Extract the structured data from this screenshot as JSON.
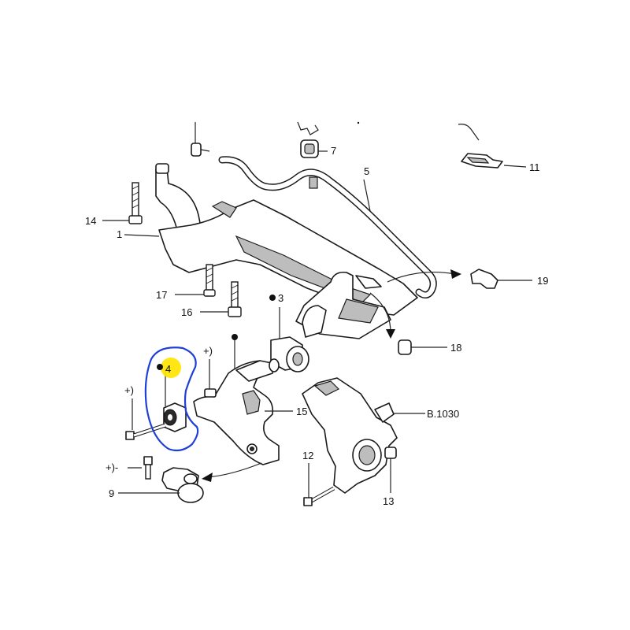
{
  "callouts": {
    "c1": "1",
    "c3": "3",
    "c4": "4",
    "c5": "5",
    "c7": "7",
    "c9": "9",
    "c11": "11",
    "c12": "12",
    "c13": "13",
    "c14": "14",
    "c15": "15",
    "c16": "16",
    "c17": "17",
    "c18": "18",
    "c19": "19",
    "ref_b1030": "B.1030",
    "plus_a": "+)",
    "plus_b": "+)",
    "plus_c": "+)-"
  },
  "colors": {
    "highlight_yellow": "#ffe400",
    "outline_blue": "#1f3fd6",
    "line": "#1a1a1a"
  },
  "icons": [
    "bullet-dot-icon",
    "arrow-right-icon",
    "arrow-down-icon"
  ]
}
